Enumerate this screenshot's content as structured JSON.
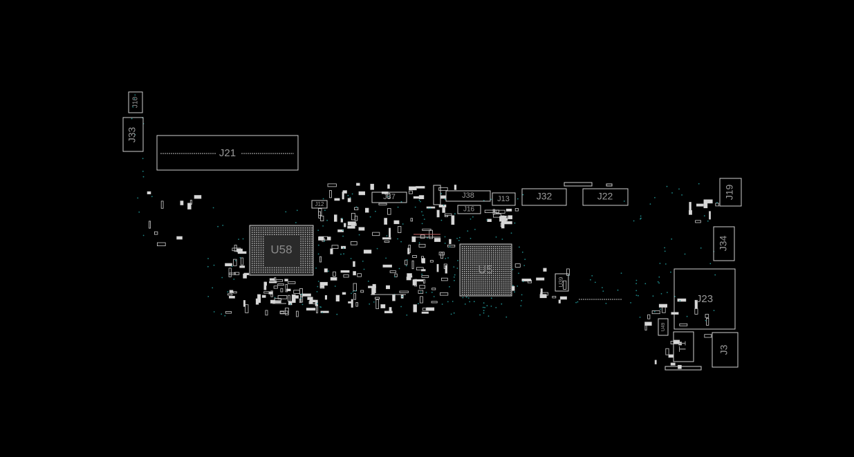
{
  "board": {
    "background": "#000000",
    "outline_color": "#cfcfcf",
    "label_color": "#9a9a9a",
    "via_color": "#1f8c8c",
    "highlight_color": "#c86464"
  },
  "labels": {
    "j21": "J21",
    "j33": "J33",
    "j10": "J10",
    "j37": "J37",
    "j38": "J38",
    "j16": "J16",
    "j13": "J13",
    "j32": "J32",
    "j22": "J22",
    "j19": "J19",
    "j34": "J34",
    "j23": "J23",
    "j3": "J3",
    "j12": "J12",
    "u58": "U58",
    "u5": "U5",
    "u39": "U39",
    "u49": "U49",
    "t1": "T1"
  }
}
